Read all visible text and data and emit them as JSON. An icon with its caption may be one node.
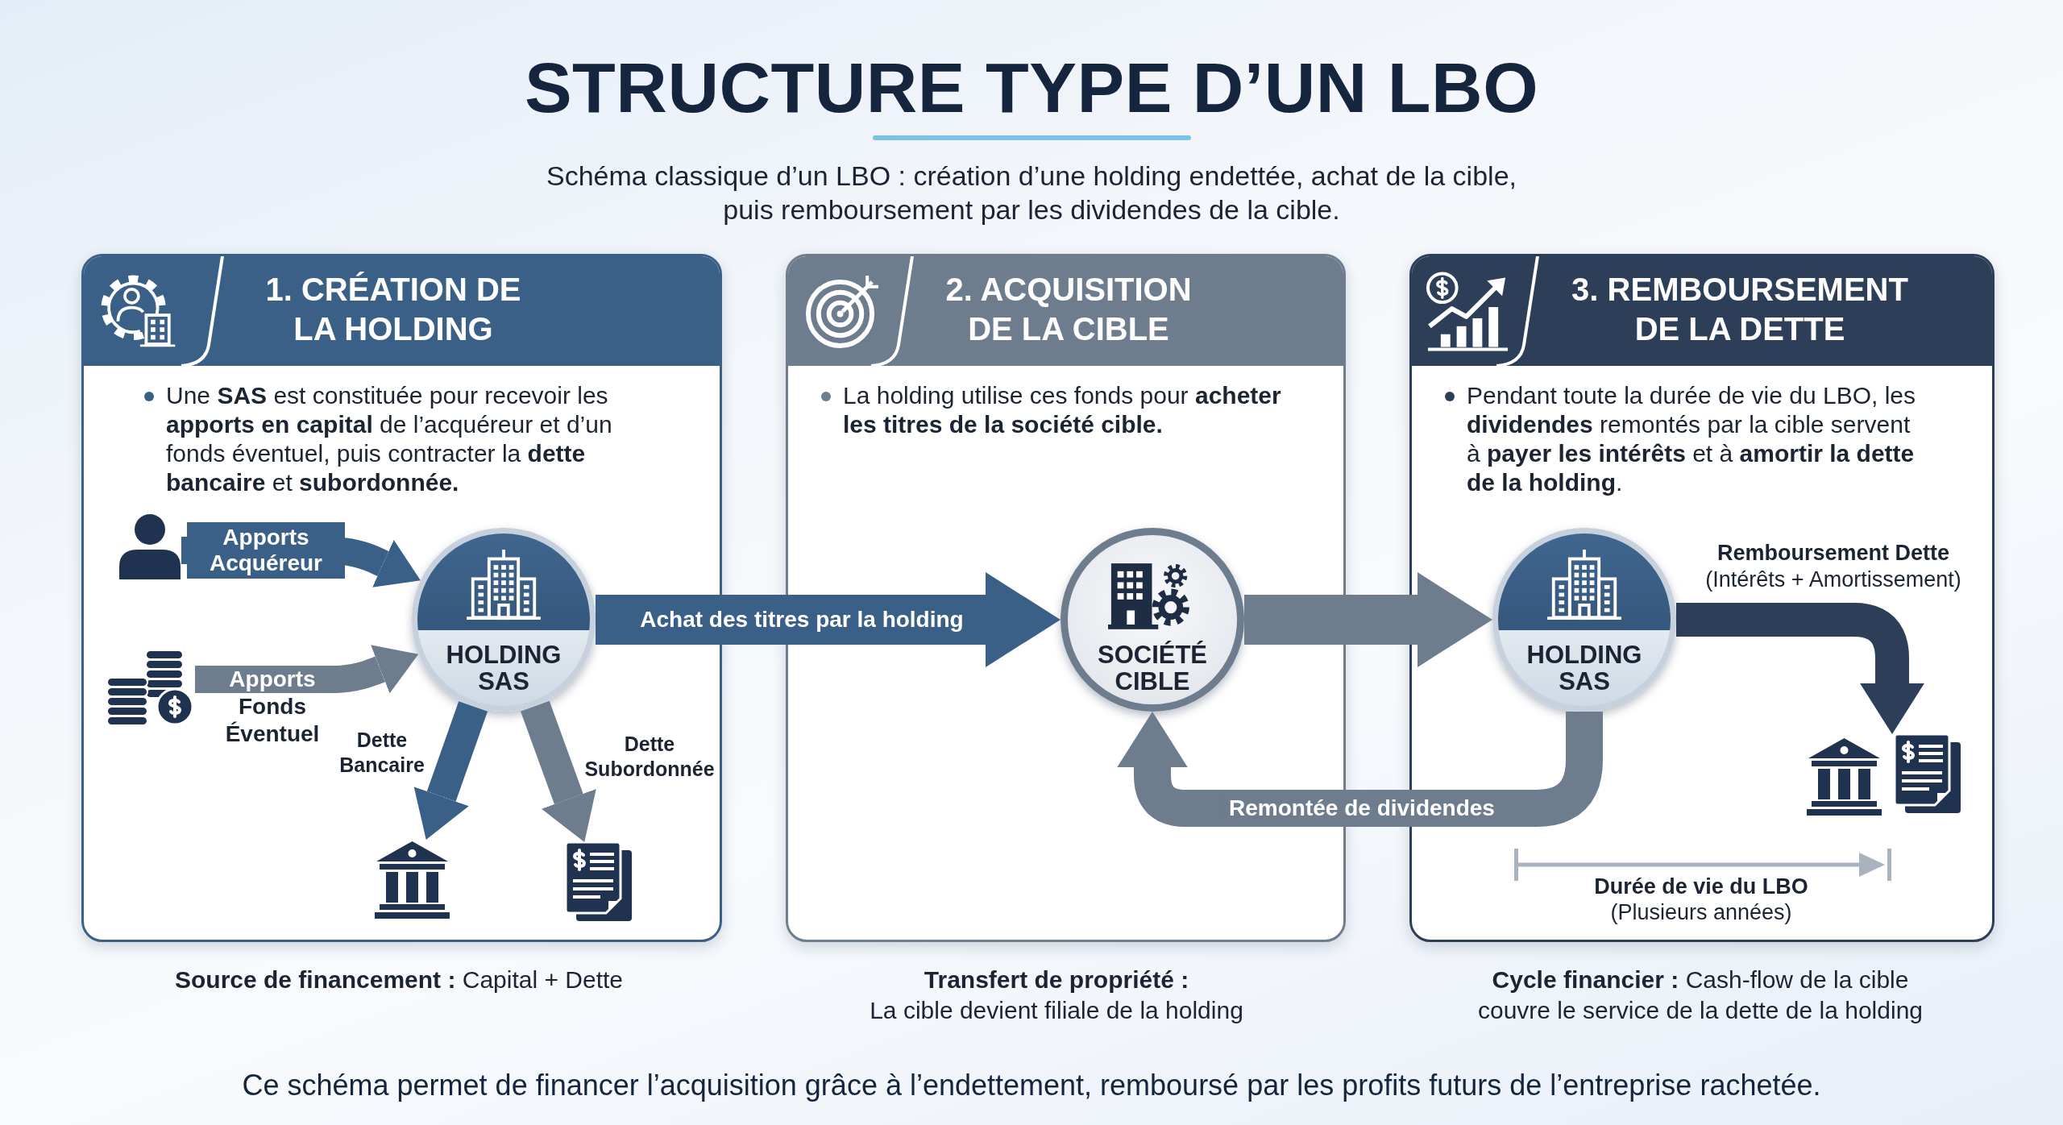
{
  "diagram": {
    "title": "STRUCTURE TYPE D’UN LBO",
    "caption": "Ce schéma permet de financer l’acquisition grâce à l’endettement, remboursé par les profits futurs de l’entreprise rachetée.",
    "nodes": [
      {
        "text": [
          "1. CRÉATION DE LA HOLDING",
          "Une **SAS** est constituée pour recevoir les **apports en capital** de l’acquéreur et d’un fonds éventuel, puis contracter la **dette bancaire** et **subordonnée.**"
        ],
        "beside": [
          "**Source de financement :** Capital + Dette"
        ]
      },
      {
        "text": [],
        "shape": "person",
        "in": 0
      },
      {
        "text": [],
        "shape": "picture",
        "in": 0
      },
      {
        "text": [
          "HOLDING SAS"
        ],
        "in": 0
      },
      {
        "text": [],
        "shape": "picture",
        "in": 0
      },
      {
        "text": [],
        "shape": "picture",
        "in": 0
      },
      {
        "text": [
          "2. ACQUISITION DE LA CIBLE",
          "La holding utilise ces fonds pour **acheter les titres de la société cible.**"
        ],
        "beside": [
          "**Transfert de propriété :** La cible devient filiale de la holding"
        ]
      },
      {
        "text": [
          "SOCIÉTÉ CIBLE"
        ],
        "in": 6
      },
      {
        "text": [
          "3. REMBOURSEMENT DE LA DETTE",
          "Pendant toute la durée de vie du LBO, les **dividendes** remontés par la cible servent à **payer les intérêts** et à **amortir la dette de la holding**."
        ],
        "beside": [
          "**Cycle financier :** Cash-flow de la cible couvre le service de la dette de la holding"
        ]
      },
      {
        "text": [
          "HOLDING SAS"
        ],
        "in": 8
      },
      {
        "text": [],
        "shape": "picture",
        "in": 8
      }
    ],
    "edges": [
      {
        "from": 1,
        "to": 3,
        "arrow": "to",
        "label": "Apports Acquéreur",
        "color": "#3b6088"
      },
      {
        "from": 2,
        "to": 3,
        "arrow": "to",
        "label": "Apports Fonds Éventuel"
      },
      {
        "from": 3,
        "to": 4,
        "arrow": "to",
        "label": "Dette Bancaire",
        "color": "#3b6088"
      },
      {
        "from": 3,
        "to": 5,
        "arrow": "to",
        "label": "Dette Subordonnée"
      },
      {
        "from": 3,
        "to": 7,
        "arrow": "to",
        "label": "Achat des titres par la holding",
        "color": "#3b6088"
      },
      {
        "from": 7,
        "to": 9,
        "arrow": "to"
      },
      {
        "from": 9,
        "to": 7,
        "arrow": "to",
        "label": "Remontée de dividendes"
      },
      {
        "from": 9,
        "to": 10,
        "arrow": "to",
        "label": "**Remboursement Dette** (Intérêts + Amortissement)",
        "color": "#2c3e58"
      }
    ],
    "labels": [
      "Schéma classique d’un LBO : création d’une holding endettée, achat de la cible, puis remboursement par les dividendes de la cible.",
      "**Durée de vie du LBO** (Plusieurs années)"
    ]
  }
}
